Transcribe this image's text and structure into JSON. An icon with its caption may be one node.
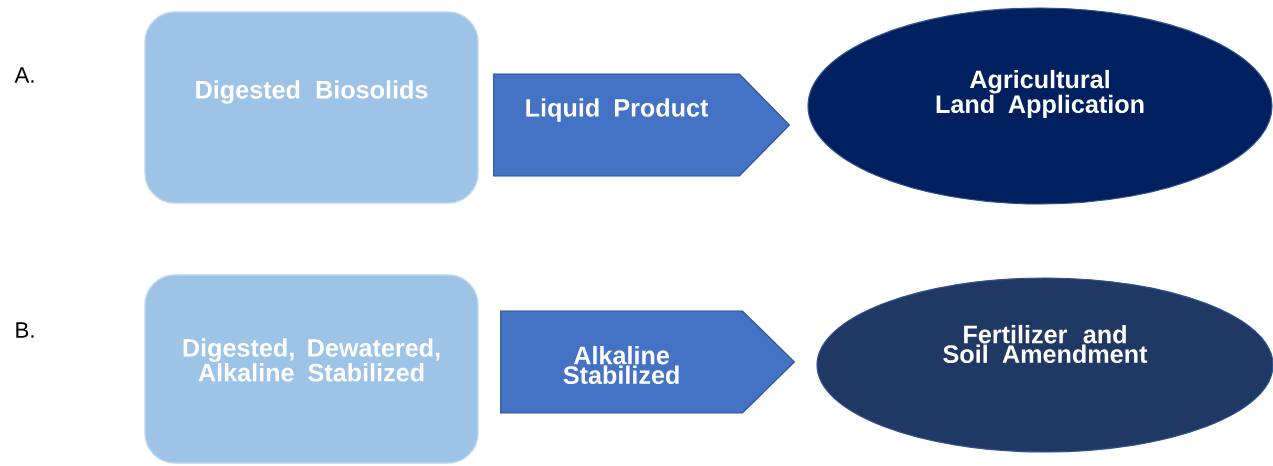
{
  "diagram": {
    "nodes": [
      {
        "text": [
          "Digested Biosolids"
        ]
      },
      {
        "text": [
          "Agricultural Land Application"
        ]
      },
      {
        "text": [
          "Digested, Dewatered, Alkaline Stabilized"
        ]
      },
      {
        "text": [
          "Fertilizer and Soil Amendment"
        ]
      }
    ],
    "edges": [
      {
        "from": 0,
        "to": 1,
        "arrow": "to",
        "label": "Liquid Product"
      },
      {
        "from": 2,
        "to": 3,
        "arrow": "to",
        "label": "Alkaline Stabilized"
      }
    ],
    "labels": [
      "A.",
      "B."
    ]
  }
}
